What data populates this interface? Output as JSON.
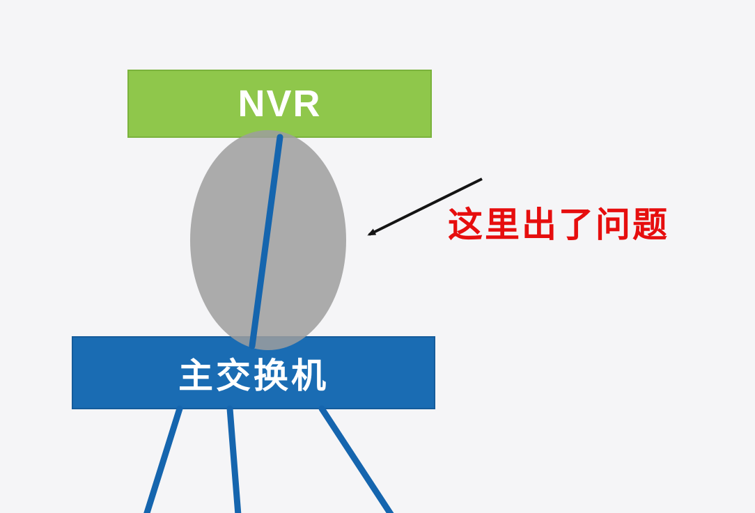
{
  "diagram": {
    "title": "NVR to main switch connection problem diagram",
    "nodes": {
      "nvr": {
        "label": "NVR",
        "shape": "rectangle"
      },
      "main_switch": {
        "label": "主交换机",
        "shape": "rectangle"
      }
    },
    "annotation": {
      "label": "这里出了问题",
      "points_to": "link between NVR and main switch (highlighted ellipse)"
    },
    "links": {
      "nvr_to_switch": "single cable from NVR to 主交换机 passing through highlighted ellipse",
      "switch_downlinks_count": 3
    },
    "colors": {
      "bg": "#f5f5f7",
      "nvr_fill": "#8fc74b",
      "nvr_border": "#7ab23c",
      "switch_fill": "#1a6cb3",
      "switch_border": "#155c9b",
      "cable": "#1565ae",
      "highlight_ellipse": "#9e9e9e",
      "annotation": "#e60e0e",
      "arrow": "#141414"
    }
  }
}
